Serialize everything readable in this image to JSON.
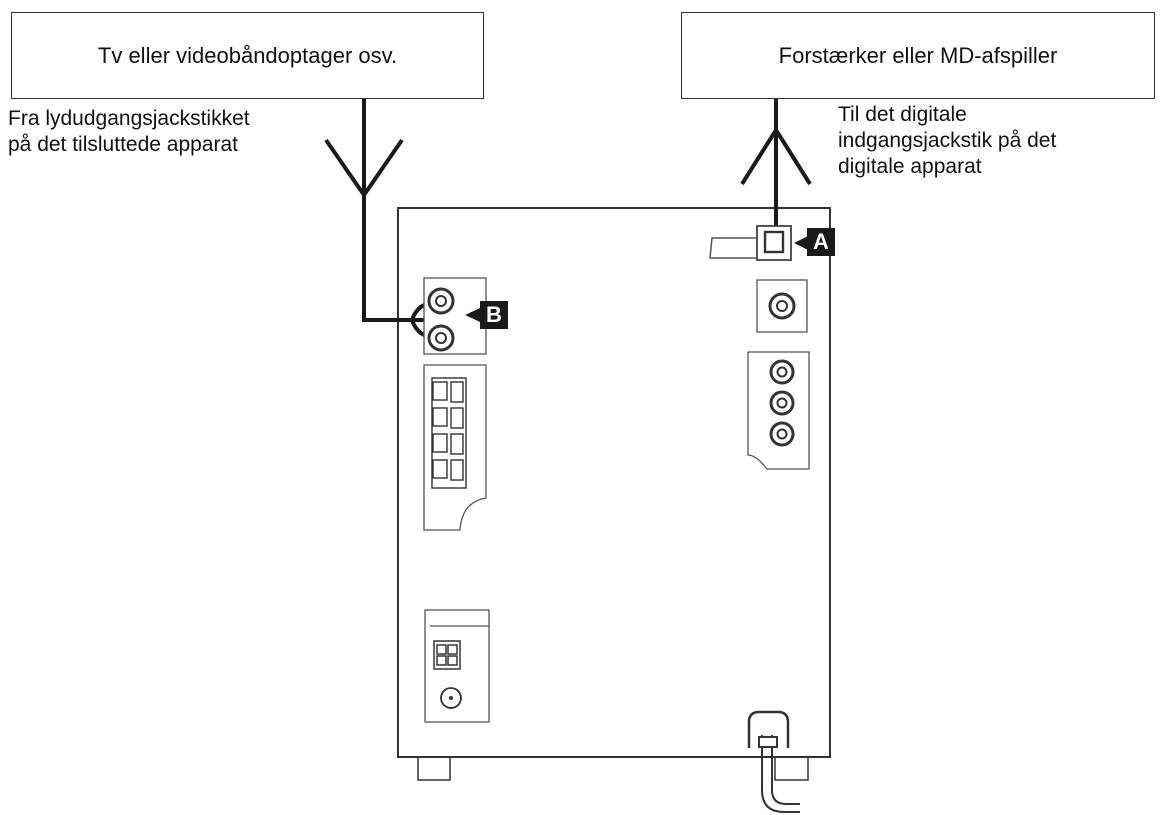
{
  "devices": {
    "left_box_label": "Tv eller videobåndoptager osv.",
    "right_box_label": "Forstærker eller MD-afspiller"
  },
  "notes": {
    "left": [
      "Fra lydudgangsjackstikket",
      "på det tilsluttede apparat"
    ],
    "right": [
      "Til det digitale",
      "indgangsjackstik på det",
      "digitale apparat"
    ]
  },
  "badges": {
    "a": "A",
    "b": "B"
  },
  "colors": {
    "line": "#1a1a1a",
    "outline": "#333333",
    "panel": "#ffffff"
  }
}
